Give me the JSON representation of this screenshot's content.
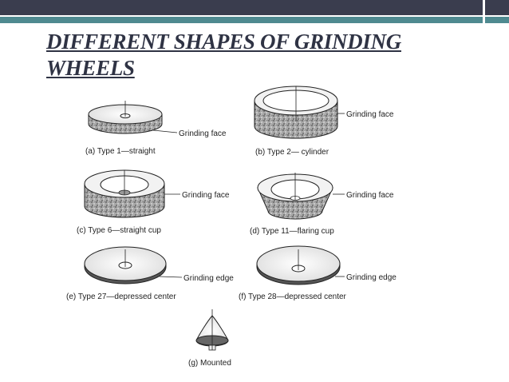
{
  "slide": {
    "title_line1": "DIFFERENT SHAPES OF GRINDING",
    "title_line2": "WHEELS"
  },
  "figure": {
    "labels": {
      "grinding_face": "Grinding face",
      "grinding_edge": "Grinding edge"
    },
    "captions": {
      "a": "(a) Type 1—straight",
      "b": "(b) Type 2— cylinder",
      "c": "(c) Type 6—straight cup",
      "d": "(d) Type 11—flaring cup",
      "e": "(e) Type 27—depressed center",
      "f": "(f) Type 28—depressed center",
      "g": "(g) Mounted"
    }
  },
  "colors": {
    "top_bar": "#3a3d4e",
    "accent_bar": "#4f8a90",
    "title": "#2f3344"
  }
}
